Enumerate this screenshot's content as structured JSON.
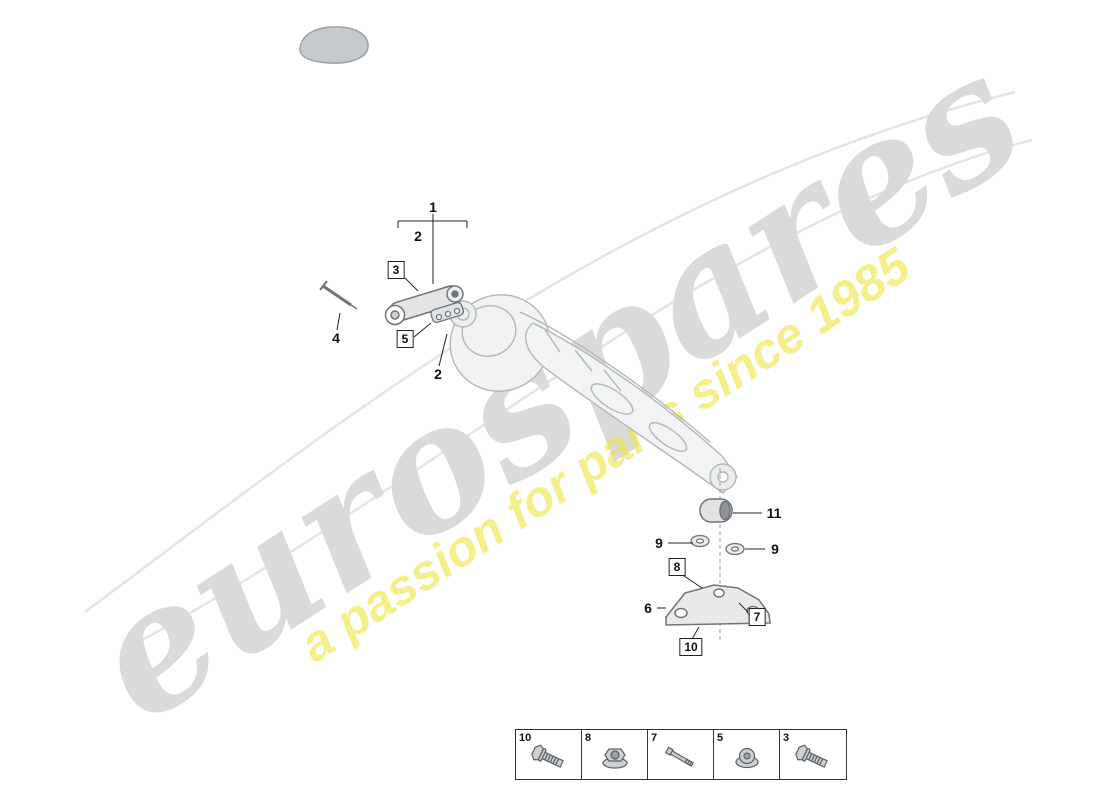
{
  "watermark": {
    "brand": "eurospares",
    "tagline": "a passion for parts since 1985"
  },
  "callouts": {
    "item1": "1",
    "item2_upper": "2",
    "item3": "3",
    "item4": "4",
    "item5": "5",
    "item2_lower": "2",
    "item6": "6",
    "item7": "7",
    "item8": "8",
    "item9_left": "9",
    "item9_right": "9",
    "item10": "10",
    "item11": "11"
  },
  "legend": {
    "items": [
      {
        "label": "10",
        "icon": "flange-bolt-icon"
      },
      {
        "label": "8",
        "icon": "flange-nut-icon"
      },
      {
        "label": "7",
        "icon": "long-bolt-icon"
      },
      {
        "label": "5",
        "icon": "lock-nut-icon"
      },
      {
        "label": "3",
        "icon": "flange-bolt-icon"
      }
    ]
  },
  "colors": {
    "watermark_gray": "#dadada",
    "watermark_yellow": "#eee444",
    "line_art_gray": "#b2b7ba",
    "part_outline_gray": "#6f7478"
  }
}
